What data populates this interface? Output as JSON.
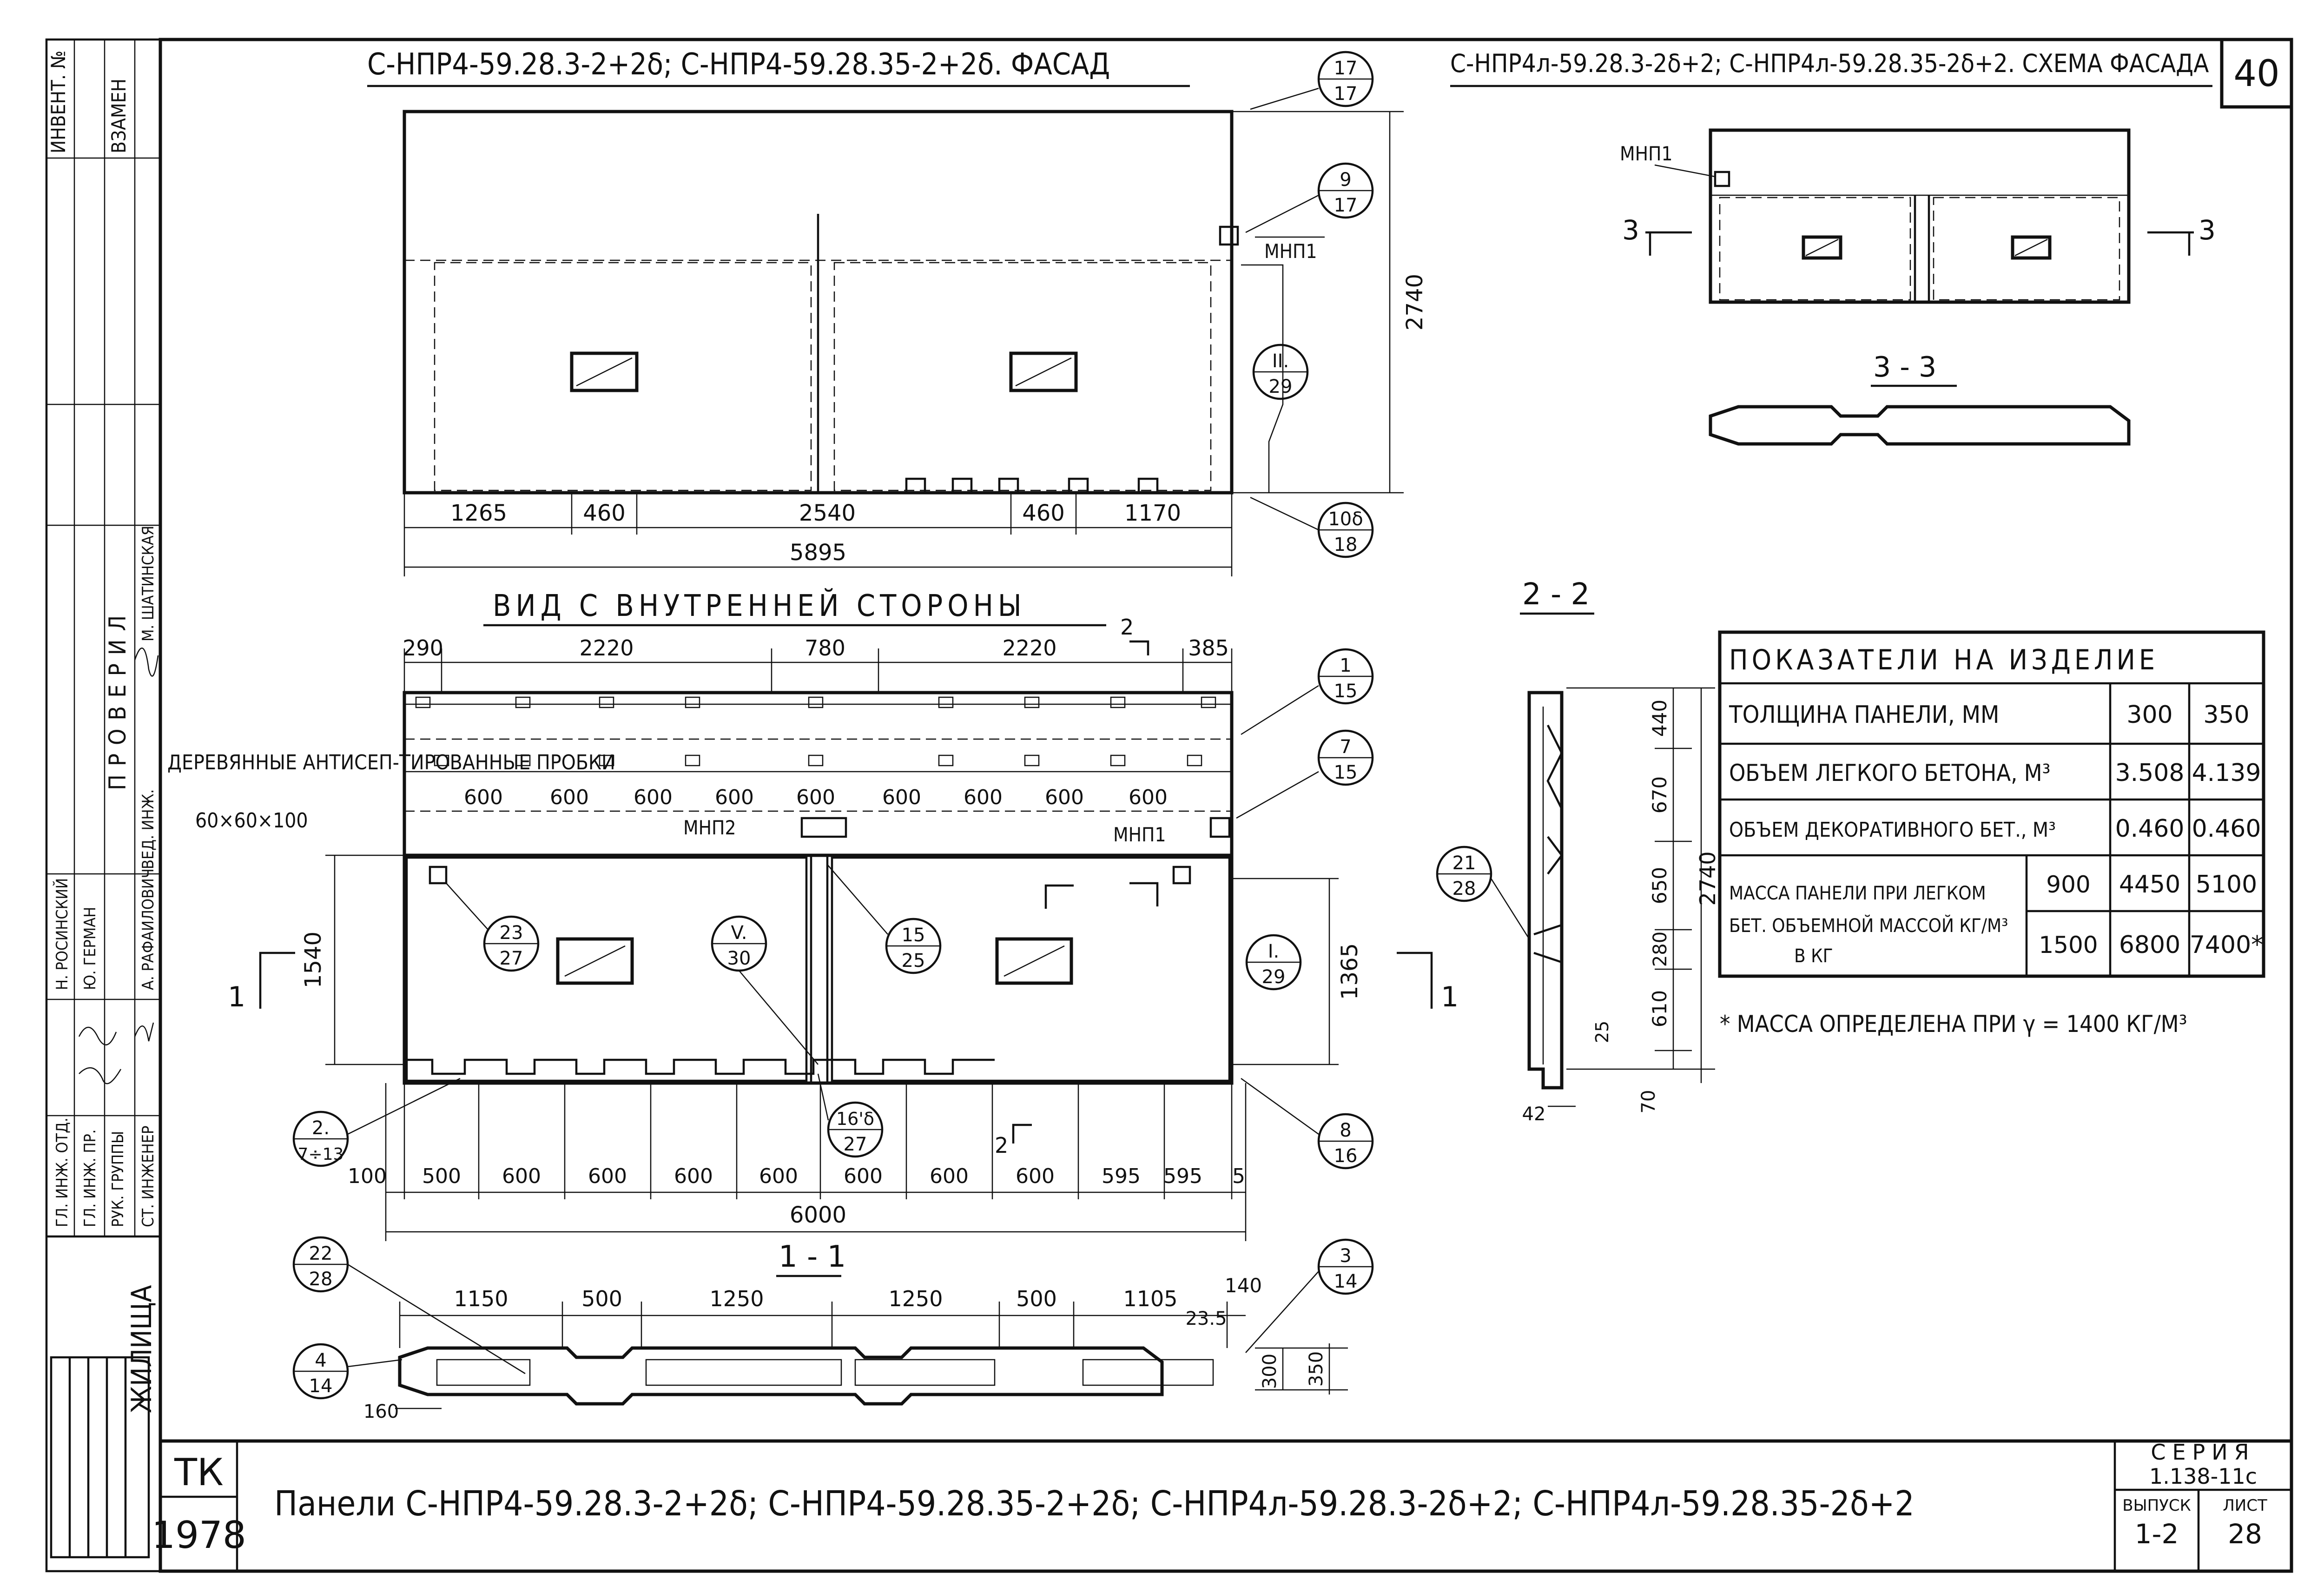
{
  "sheet": {
    "page_number": "40",
    "stamp_tk": "ТК",
    "stamp_year": "1978",
    "stamp_org": "ЖИЛИЩА",
    "main_title": "Панели С-НПР4-59.28.3-2+2δ; С-НПР4-59.28.35-2+2δ; С-НПР4л-59.28.3-2δ+2; С-НПР4л-59.28.35-2δ+2",
    "series_label": "СЕРИЯ",
    "series_value": "1.138-11с",
    "issue_label": "ВЫПУСК",
    "issue_value": "1-2",
    "sheet_label": "ЛИСТ",
    "sheet_value": "28"
  },
  "side_stamp": {
    "inv_label": "ИНВЕНТ. №",
    "zamen_label": "ВЗАМЕН",
    "proveril_label": "ПРОВЕРИЛ",
    "roles": [
      "ГЛ. ИНЖ. ОТД.",
      "ГЛ. ИНЖ. ПР.",
      "РУК. ГРУППЫ",
      "СТ. ИНЖЕНЕР"
    ],
    "names": [
      "Н. РОСИНСКИЙ",
      "Ю. ГЕРМАН",
      "",
      "А. РАФАИЛОВИЧ"
    ],
    "ved_inzh": "ВЕД. ИНЖ.",
    "ved_name": "М. ШАТИНСКАЯ"
  },
  "facade": {
    "title": "С-НПР4-59.28.3-2+2δ; С-НПР4-59.28.35-2+2δ. ФАСАД",
    "dims_bottom": [
      "1265",
      "460",
      "2540",
      "460",
      "1170"
    ],
    "total": "5895",
    "height": "2740",
    "mnp": "МНП1",
    "callouts": [
      {
        "top": "17",
        "bot": "17"
      },
      {
        "top": "9",
        "bot": "17"
      },
      {
        "top": "II.",
        "bot": "29"
      },
      {
        "top": "10δ",
        "bot": "18"
      }
    ]
  },
  "inner": {
    "title": "ВИД С ВНУТРЕННЕЙ СТОРОНЫ",
    "dims_top": [
      "290",
      "2220",
      "780",
      "2220",
      "385"
    ],
    "spacing": [
      "600",
      "600",
      "600",
      "600",
      "600",
      "600",
      "600",
      "600",
      "600"
    ],
    "plugs_note": "ДЕРЕВЯННЫЕ АНТИСЕП-ТИРОВАННЫЕ ПРОБКИ",
    "plugs_size": "60×60×100",
    "mnp2": "МНП2",
    "mnp1": "МНП1",
    "dim_1540": "1540",
    "dim_1365": "1365",
    "dims_bottom": [
      "100",
      "500",
      "600",
      "600",
      "600",
      "600",
      "600",
      "600",
      "600",
      "595",
      "5"
    ],
    "total": "6000",
    "section_mark_2": "2",
    "section_mark_1": "1",
    "callouts": [
      {
        "top": "1",
        "bot": "15"
      },
      {
        "top": "7",
        "bot": "15"
      },
      {
        "top": "23",
        "bot": "27"
      },
      {
        "top": "V.",
        "bot": "30"
      },
      {
        "top": "15",
        "bot": "25"
      },
      {
        "top": "I.",
        "bot": "29"
      },
      {
        "top": "2.",
        "bot": "7÷13"
      },
      {
        "top": "16'δ",
        "bot": "27"
      },
      {
        "top": "8",
        "bot": "16"
      }
    ]
  },
  "section11": {
    "title": "1 - 1",
    "dims": [
      "1150",
      "500",
      "1250",
      "1250",
      "500",
      "1105",
      "140"
    ],
    "dim_235": "23.5",
    "dim_300": "300",
    "dim_350": "350",
    "dim_160": "160",
    "callouts": [
      {
        "top": "22",
        "bot": "28"
      },
      {
        "top": "3",
        "bot": "14"
      },
      {
        "top": "4",
        "bot": "14"
      }
    ]
  },
  "section22": {
    "title": "2 - 2",
    "dims": [
      "440",
      "670",
      "650",
      "280",
      "610",
      "25",
      "70"
    ],
    "height": "2740",
    "dim_42": "42",
    "callout": {
      "top": "21",
      "bot": "28"
    }
  },
  "scheme": {
    "title": "С-НПР4л-59.28.3-2δ+2; С-НПР4л-59.28.35-2δ+2. СХЕМА ФАСАДА",
    "mnp": "МНП1",
    "mark3": "3",
    "section33": "3 - 3"
  },
  "indicators": {
    "title": "ПОКАЗАТЕЛИ НА ИЗДЕЛИЕ",
    "rows": [
      {
        "label": "ТОЛЩИНА ПАНЕЛИ, ММ",
        "sub": "",
        "v1": "300",
        "v2": "350"
      },
      {
        "label": "ОБЪЕМ ЛЕГКОГО БЕТОНА, М³",
        "sub": "",
        "v1": "3.508",
        "v2": "4.139"
      },
      {
        "label": "ОБЪЕМ ДЕКОРАТИВНОГО БЕТ., М³",
        "sub": "",
        "v1": "0.460",
        "v2": "0.460"
      }
    ],
    "mass_label_1": "МАССА ПАНЕЛИ ПРИ ЛЕГКОМ",
    "mass_label_2": "БЕТ. ОБЪЕМНОЙ МАССОЙ КГ/М³",
    "mass_label_3": "В КГ",
    "mass_rows": [
      {
        "density": "900",
        "v1": "4450",
        "v2": "5100"
      },
      {
        "density": "1500",
        "v1": "6800",
        "v2": "7400*"
      }
    ],
    "footnote": "* МАССА ОПРЕДЕЛЕНА ПРИ γ = 1400 КГ/М³"
  }
}
